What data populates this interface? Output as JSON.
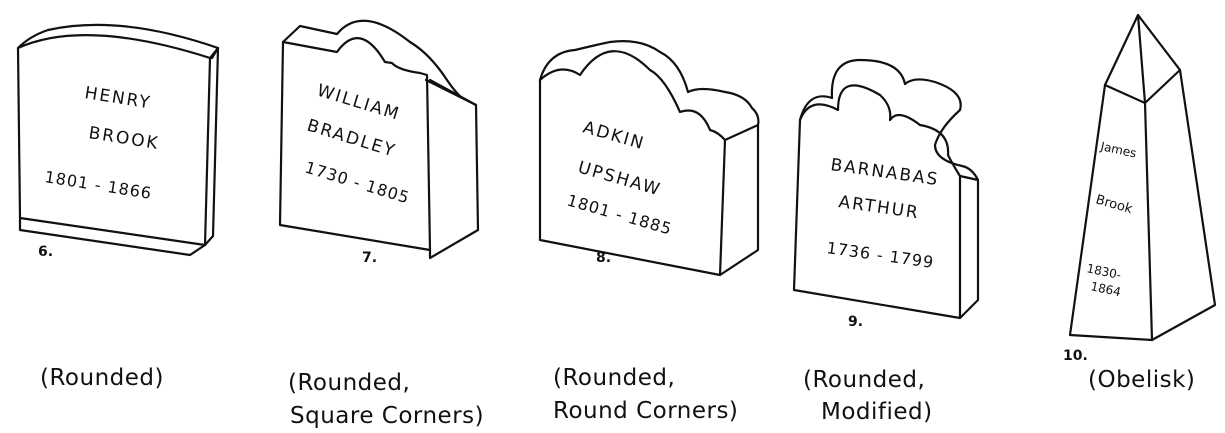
{
  "stones": [
    {
      "number": "6.",
      "lines": [
        "HENRY",
        "BROOK",
        "1801 - 1866"
      ],
      "caption": [
        "(Rounded)"
      ]
    },
    {
      "number": "7.",
      "lines": [
        "WILLIAM",
        "BRADLEY",
        "1730 - 1805"
      ],
      "caption": [
        "(Rounded,",
        "Square Corners)"
      ]
    },
    {
      "number": "8.",
      "lines": [
        "ADKIN",
        "UPSHAW",
        "1801 - 1885"
      ],
      "caption": [
        "(Rounded,",
        "Round Corners)"
      ]
    },
    {
      "number": "9.",
      "lines": [
        "BARNABAS",
        "ARTHUR",
        "1736 - 1799"
      ],
      "caption": [
        "(Rounded,",
        "Modified)"
      ]
    },
    {
      "number": "10.",
      "lines": [
        "James",
        "Brook",
        "1830-",
        "1864"
      ],
      "caption": [
        "(Obelisk)"
      ]
    }
  ]
}
